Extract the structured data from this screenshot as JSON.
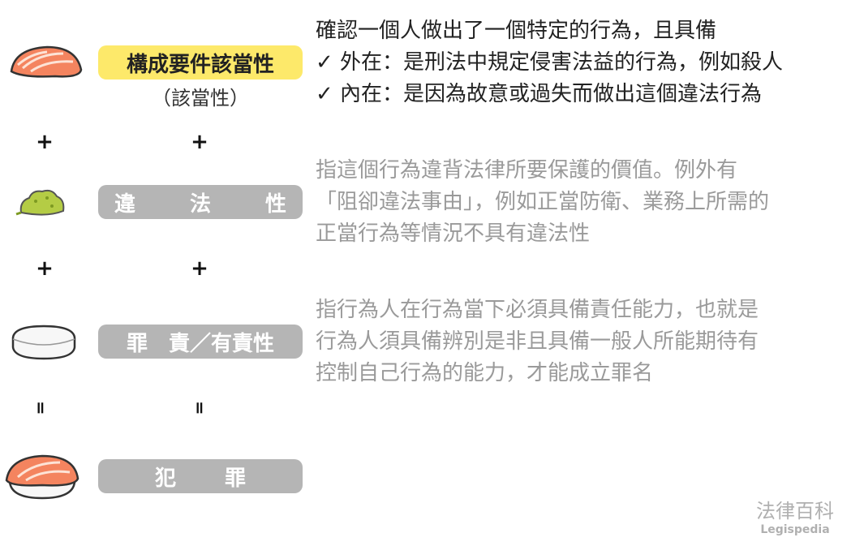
{
  "rows": [
    {
      "label": "構成要件該當性",
      "sublabel": "（該當性）",
      "lines": [
        "確認一個人做出了一個特定的行為，且具備",
        "✓ 外在：是刑法中規定侵害法益的行為，例如殺人",
        "✓ 內在：是因為故意或過失而做出這個違法行為"
      ]
    },
    {
      "label_parts": [
        "違",
        "法",
        "性"
      ],
      "lines": [
        "指這個行為違背法律所要保護的價值。例外有",
        "「阻卻違法事由」，例如正當防衛、業務上所需的",
        "正當行為等情況不具有違法性"
      ]
    },
    {
      "label": "罪　責／有責性",
      "lines": [
        "指行為人在行為當下必須具備責任能力，也就是",
        "行為人須具備辨別是非且具備一般人所能期待有",
        "控制自己行為的能力，才能成立罪名"
      ]
    },
    {
      "label_parts": [
        "犯",
        "罪"
      ]
    }
  ],
  "operators": {
    "plus": "+",
    "equals": "॥"
  },
  "logo": {
    "cn": "法律百科",
    "en": "Legispedia"
  },
  "colors": {
    "highlight": "#fde96a",
    "pill": "#b5b5b5",
    "salmon": "#f4845f",
    "wasabi": "#a8c43a"
  }
}
